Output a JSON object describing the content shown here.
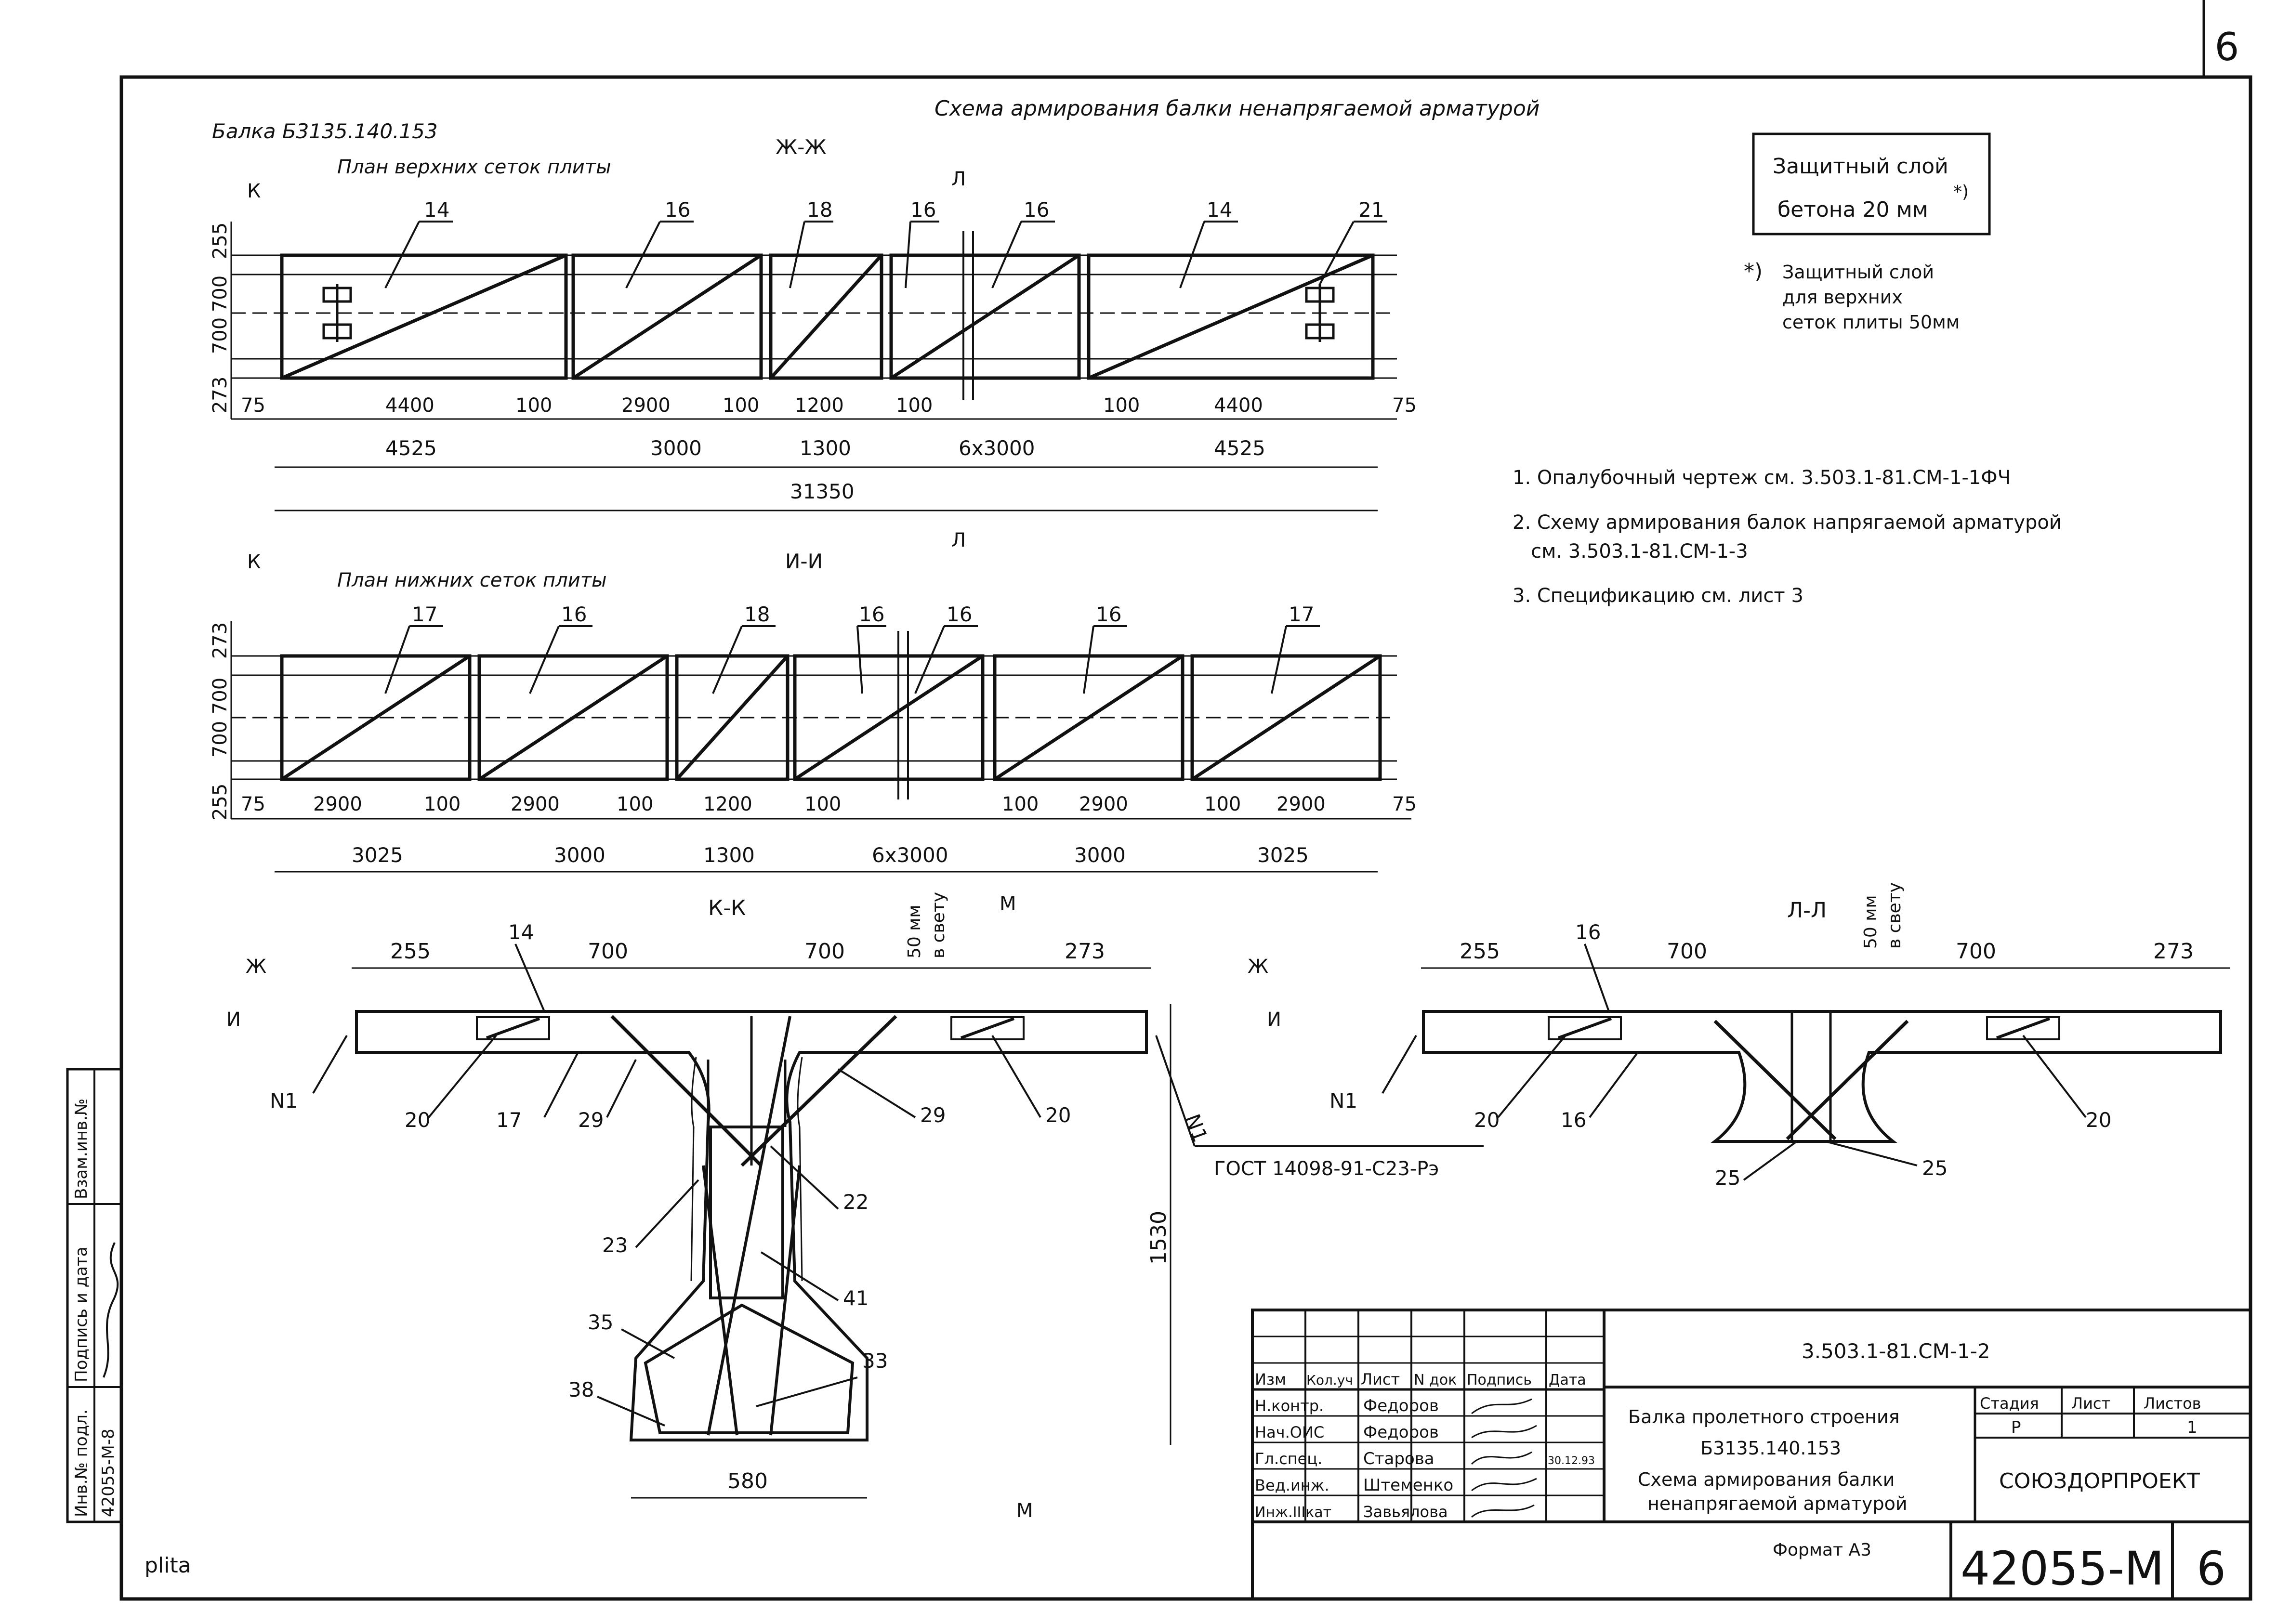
{
  "sheet_number": "6",
  "main_title": "Схема армирования балки ненапрягаемой арматурой",
  "beam_mark": "Балка Б3135.140.153",
  "protect_box": {
    "line1": "Защитный слой",
    "line2": "бетона 20 мм",
    "star": "*)"
  },
  "protect_note": {
    "star": "*)",
    "line1": "Защитный слой",
    "line2": "для верхних",
    "line3": "сеток плиты 50мм"
  },
  "notes": [
    "1. Опалубочный чертеж см. 3.503.1-81.СМ-1-1ФЧ",
    "2. Схему армирования балок напрягаемой арматурой",
    "   см. 3.503.1-81.СМ-1-3",
    "3. Спецификацию см. лист 3"
  ],
  "top_plan": {
    "title": "План верхних сеток плиты",
    "section": "Ж-Ж",
    "marks": [
      "14",
      "16",
      "18",
      "16",
      "16",
      "14",
      "21"
    ],
    "left_dims": [
      "255",
      "700",
      "700",
      "273"
    ],
    "row1": [
      "75",
      "4400",
      "100",
      "2900",
      "100",
      "1200",
      "100",
      "100",
      "4400",
      "75"
    ],
    "row2": [
      "4525",
      "3000",
      "1300",
      "6x3000",
      "4525"
    ],
    "total": "31350",
    "cut_k": "К",
    "cut_l": "Л"
  },
  "bottom_plan": {
    "title": "План нижних сеток плиты",
    "section": "И-И",
    "marks": [
      "17",
      "16",
      "18",
      "16",
      "16",
      "16",
      "17"
    ],
    "left_dims": [
      "273",
      "700",
      "700",
      "255"
    ],
    "row1": [
      "75",
      "2900",
      "100",
      "2900",
      "100",
      "1200",
      "100",
      "100",
      "2900",
      "100",
      "2900",
      "75"
    ],
    "row2": [
      "3025",
      "3000",
      "1300",
      "6x3000",
      "3000",
      "3025"
    ]
  },
  "section_kk": {
    "title": "К-К",
    "dims": [
      "255",
      "700",
      "700",
      "273"
    ],
    "gap_label1": "50 мм",
    "gap_label2": "в свету",
    "cut_m": "М",
    "cut_zh": "Ж",
    "cut_i": "И",
    "height": "1530",
    "bottom_width": "580",
    "marks": [
      "14",
      "20",
      "17",
      "29",
      "29",
      "20",
      "22",
      "23",
      "41",
      "35",
      "33",
      "38"
    ],
    "n1_left": "N1",
    "n1_right": "N1",
    "gost": "ГОСТ 14098-91-С23-Рэ"
  },
  "section_ll": {
    "title": "Л-Л",
    "dims": [
      "255",
      "700",
      "700",
      "273"
    ],
    "gap_label1": "50 мм",
    "gap_label2": "в свету",
    "marks": [
      "16",
      "20",
      "16",
      "25",
      "25",
      "20"
    ],
    "n1": "N1"
  },
  "side_stamp": {
    "col1_top": "Инв.№ подл.",
    "col1_bottom": "42055-М-8",
    "col2_top": "Подпись и дата",
    "col3_top": "Взам.инв.№"
  },
  "title_block": {
    "code": "3.503.1-81.СМ-1-2",
    "headers": [
      "Изм",
      "Кол.уч",
      "Лист",
      "N док",
      "Подпись",
      "Дата"
    ],
    "staff": [
      {
        "role": "Н.контр.",
        "name": "Федоров"
      },
      {
        "role": "Нач.ОИС",
        "name": "Федоров"
      },
      {
        "role": "Гл.спец.",
        "name": "Старова",
        "date": "30.12.93"
      },
      {
        "role": "Вед.инж.",
        "name": "Штеменко"
      },
      {
        "role": "Инж.IIIкат",
        "name": "Завьялова"
      }
    ],
    "name_lines": [
      "Балка пролетного строения",
      "Б3135.140.153",
      "Схема армирования балки",
      "ненапрягаемой арматурой"
    ],
    "stage_headers": [
      "Стадия",
      "Лист",
      "Листов"
    ],
    "stage": "Р",
    "listov": "1",
    "org": "СОЮЗДОРПРОЕКТ",
    "format": "Формат А3",
    "doc_number": "42055-М",
    "sheet": "6"
  },
  "footer_label": "plita"
}
